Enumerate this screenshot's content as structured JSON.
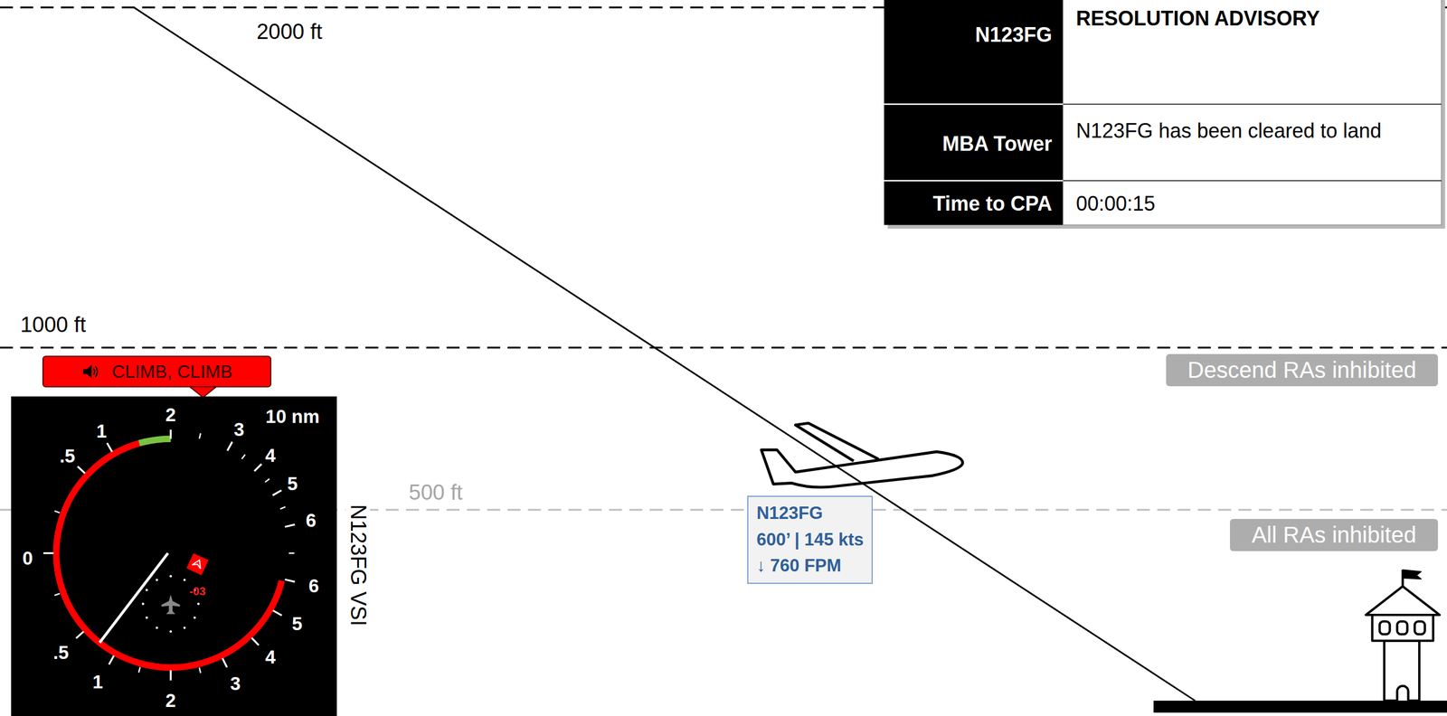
{
  "diagram": {
    "nodes": [
      {
        "text": [
          "CLIMB, CLIMB"
        ]
      },
      {
        "text": [
          "Descend RAs inhibited"
        ]
      },
      {
        "text": [
          "10 nm",
          "2",
          "1",
          ".5",
          "0",
          ".5",
          "1",
          "2",
          "3",
          "4",
          "5",
          "6",
          "6",
          "5",
          "4",
          "3",
          "-03"
        ]
      },
      {
        "text": [
          "N123FG",
          "600’ | 145 kts",
          "↓ 760 FPM"
        ]
      },
      {
        "text": [
          "All RAs inhibited"
        ]
      }
    ],
    "labels": [
      "2000 ft",
      "N123FG",
      "RESOLUTION ADVISORY",
      "MBA Tower",
      "N123FG has been cleared to land",
      "Time to CPA",
      "00:00:15",
      "1000 ft",
      "500 ft",
      "N123FG VSI"
    ]
  }
}
